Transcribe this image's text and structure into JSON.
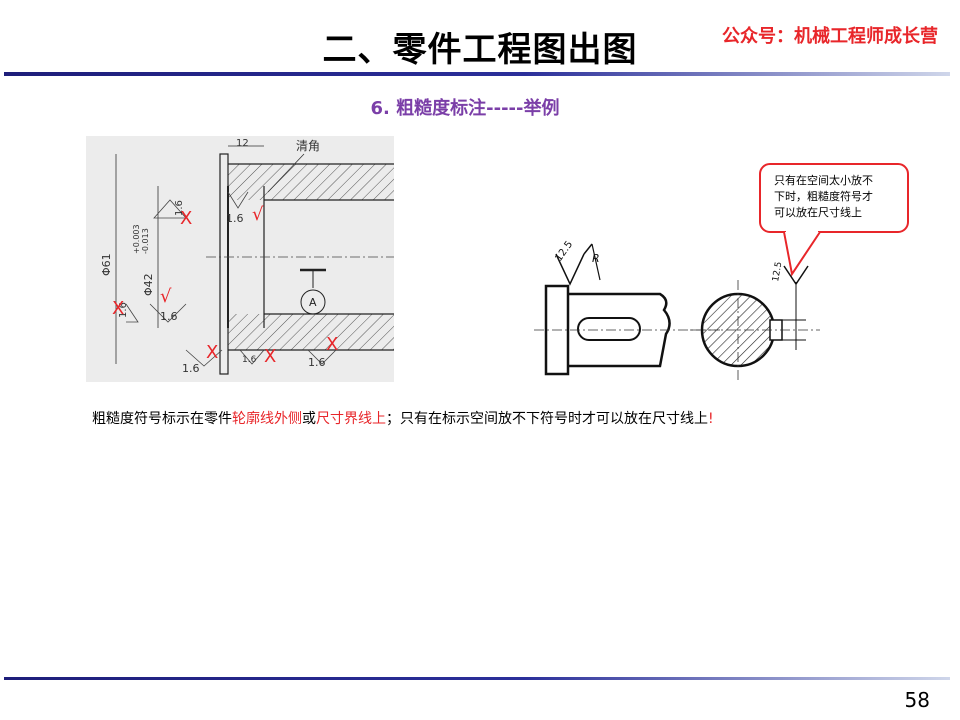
{
  "header": {
    "title": "二、零件工程图出图",
    "brand": "公众号：机械工程师成长营"
  },
  "subtitle": "6. 粗糙度标注-----举例",
  "left_drawing": {
    "dim_12": "12",
    "clear_corner": "清角",
    "dia_61": "Φ61",
    "dia_42": "Φ42",
    "tol_upper": "+0.003",
    "tol_lower": "-0.013",
    "datum": "A",
    "roughness_value": "1.6",
    "mark_wrong": "X",
    "mark_right": "√"
  },
  "right_drawing": {
    "callout_line1": "只有在空间太小放不",
    "callout_line2": "下时，粗糙度符号才",
    "callout_line3": "可以放在尺寸线上",
    "roughness_12_5": "12.5",
    "radius_label": "R",
    "roughness_12_5b": "12.5"
  },
  "caption": {
    "part1": "粗糙度符号标示在零件",
    "part2": "轮廓线外侧",
    "part3": "或",
    "part4": "尺寸界线上",
    "part5": "；只有在标示空间放不下符号时才可以放在尺寸线上",
    "part6": "!"
  },
  "footer": {
    "page_number": "58"
  }
}
